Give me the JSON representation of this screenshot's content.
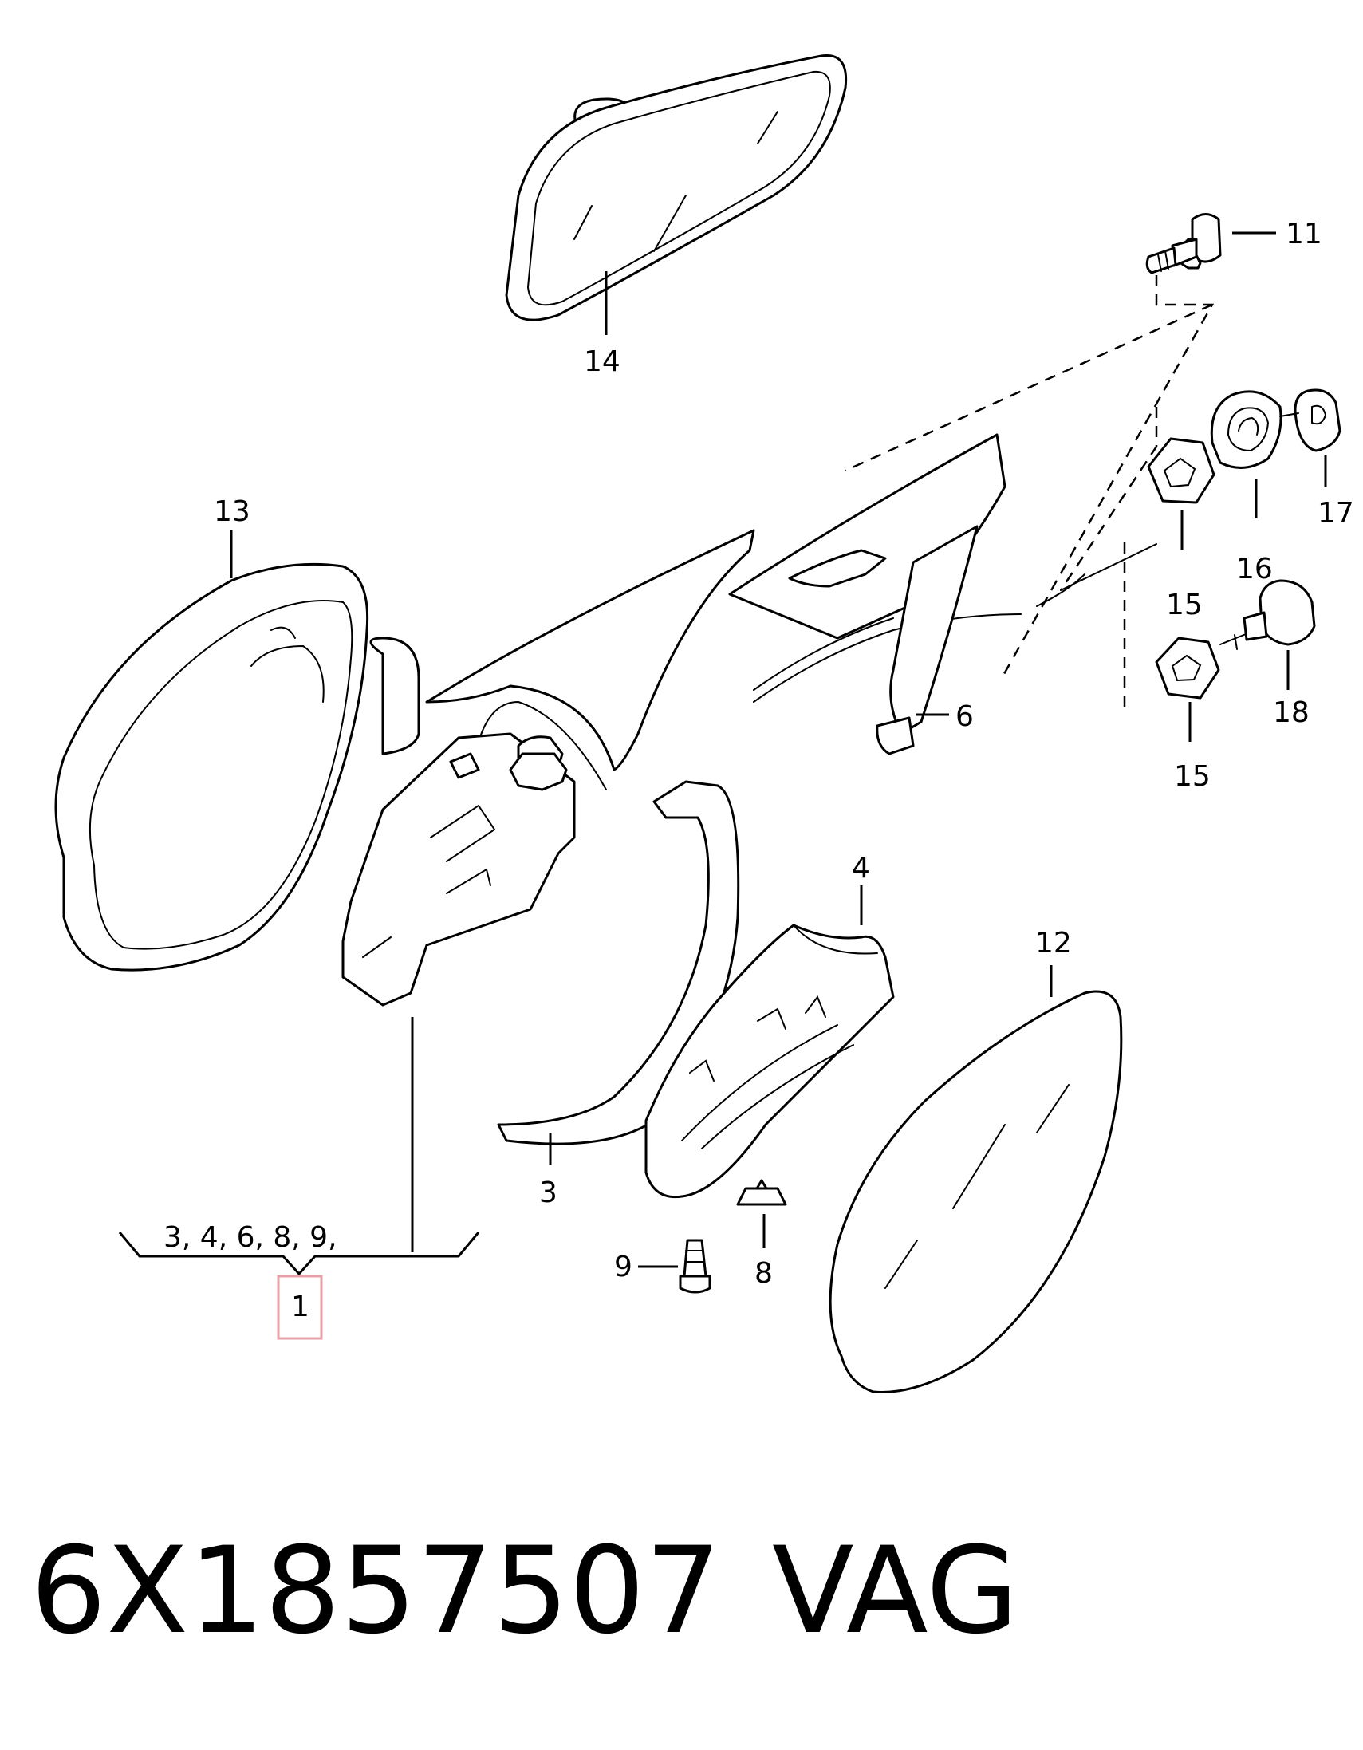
{
  "callouts": {
    "c14": "14",
    "c11": "11",
    "c13": "13",
    "c17": "17",
    "c16": "16",
    "c15a": "15",
    "c6": "6",
    "c18": "18",
    "c15b": "15",
    "c4": "4",
    "c12": "12",
    "c3": "3",
    "c9": "9",
    "c8": "8",
    "c1": "1"
  },
  "assembly_list": "3, 4, 6, 8, 9,",
  "highlight_color": "#e8a0a8",
  "footer": {
    "part_number": "6X1857507",
    "brand": "VAG"
  }
}
